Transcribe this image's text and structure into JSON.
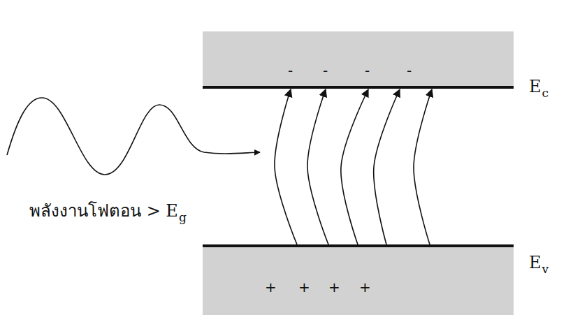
{
  "diagram": {
    "nodes": [
      {
        "text": [
          "-",
          "-",
          "-",
          "-"
        ]
      },
      {
        "text": [
          "+",
          "+",
          "+",
          "+"
        ]
      }
    ],
    "edges": [
      {
        "from": 1,
        "to": 0,
        "arrow": "to"
      },
      {
        "from": 1,
        "to": 0,
        "arrow": "to"
      },
      {
        "from": 1,
        "to": 0,
        "arrow": "to"
      },
      {
        "from": 1,
        "to": 0,
        "arrow": "to"
      },
      {
        "from": 1,
        "to": 0,
        "arrow": "to"
      }
    ],
    "labels": [
      "พลังงานโฟตอน > E",
      "g",
      "E",
      "c",
      "E",
      "v"
    ]
  }
}
